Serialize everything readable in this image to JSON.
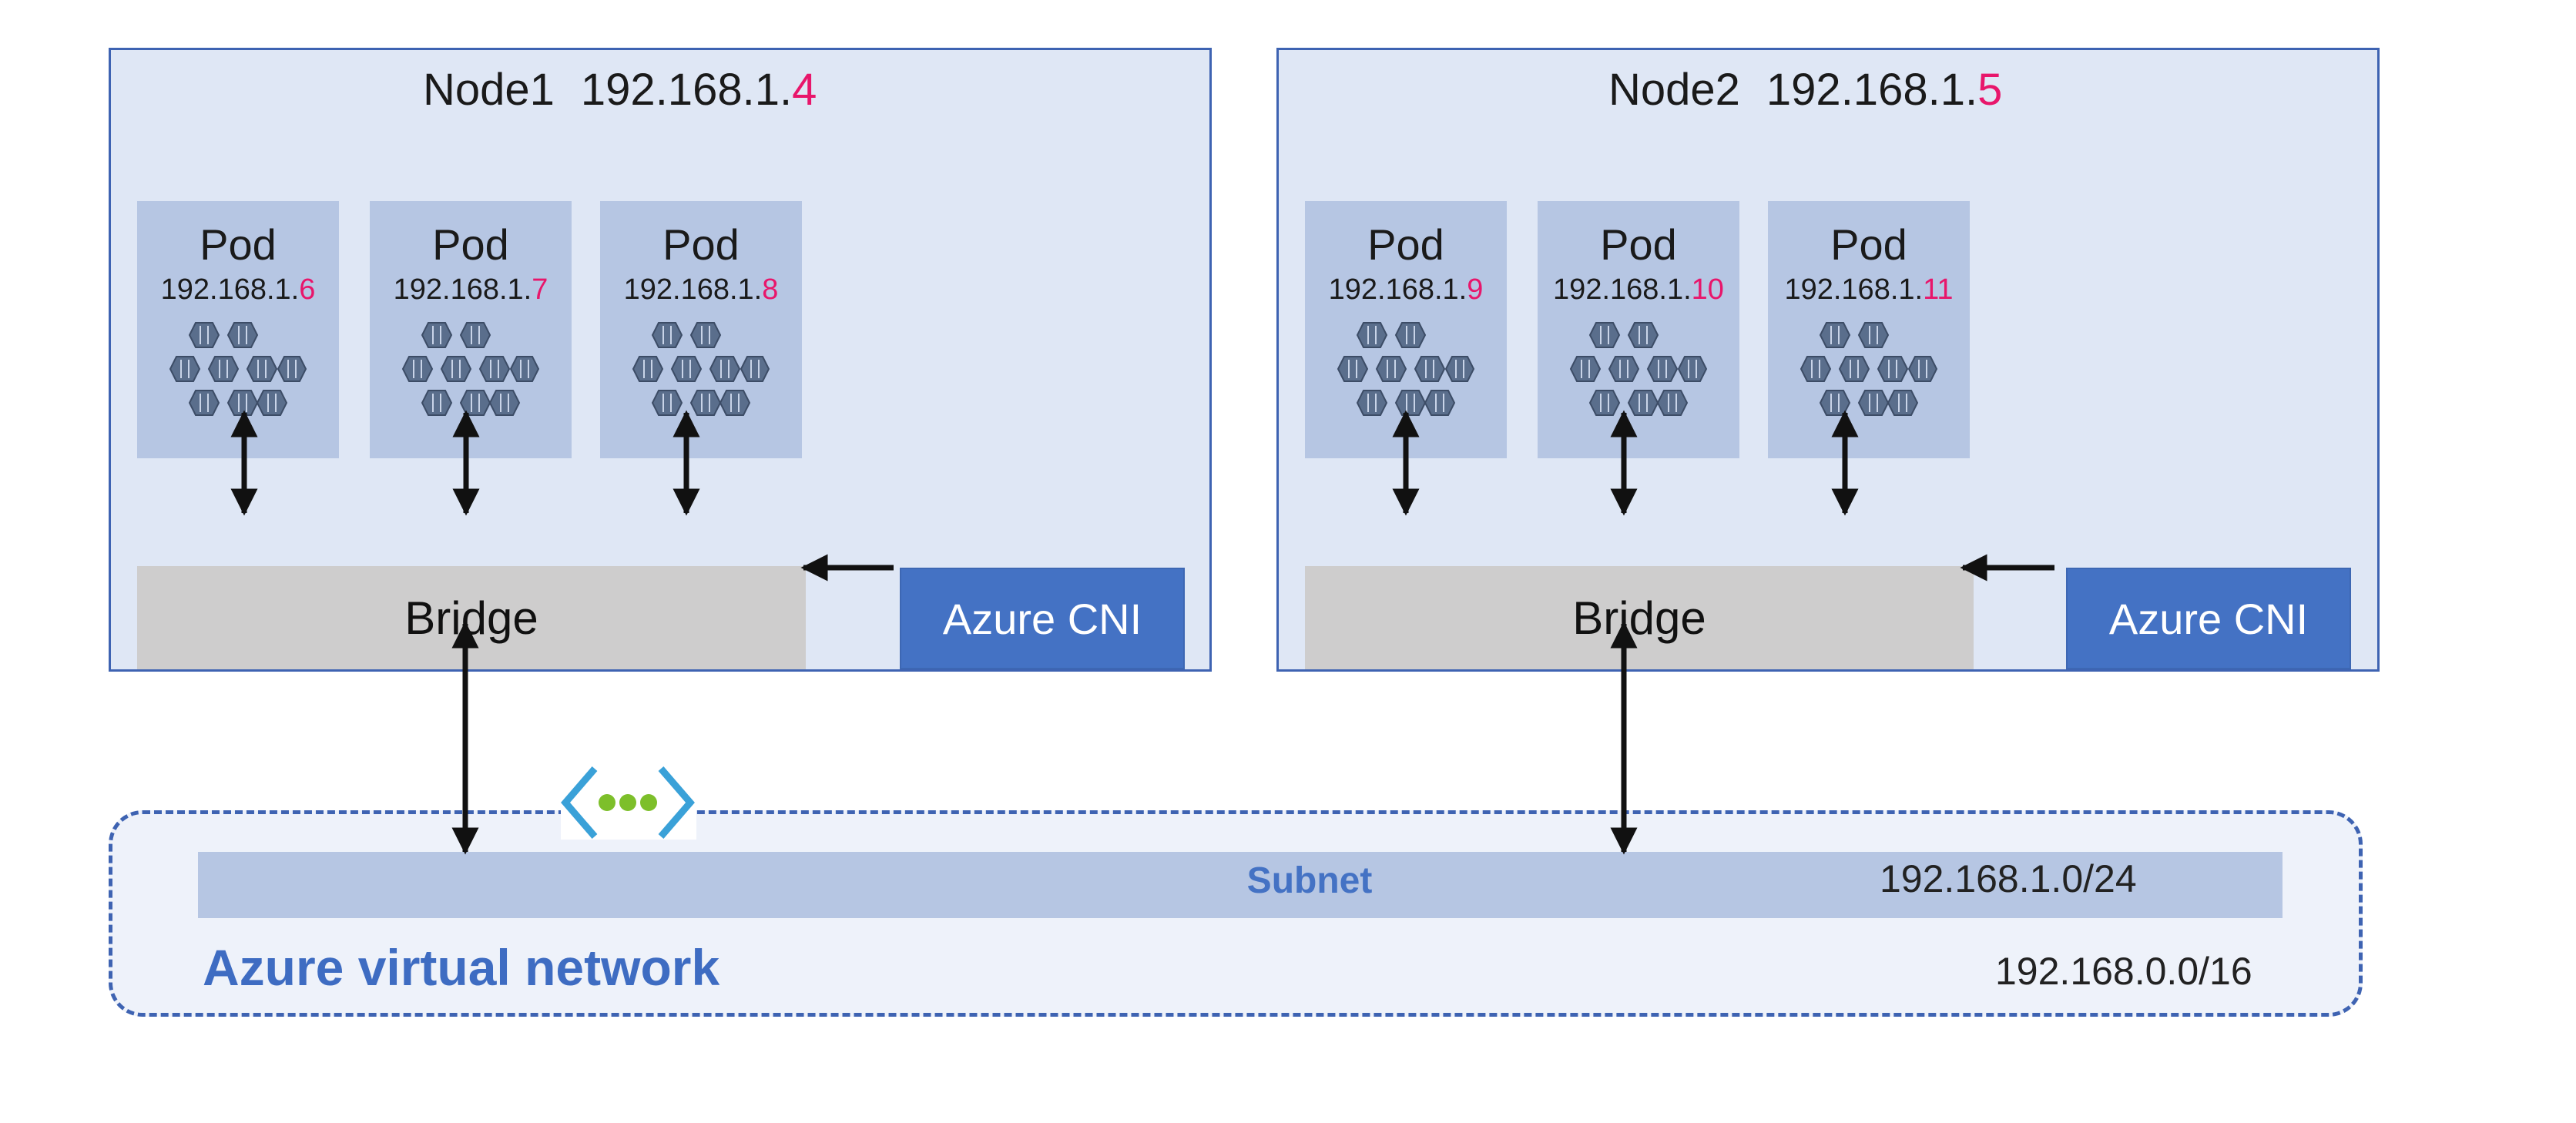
{
  "nodes": [
    {
      "name": "Node1",
      "ip_prefix": "192.168.1.",
      "ip_suffix": "4",
      "pods": [
        {
          "label": "Pod",
          "ip_prefix": "192.168.1.",
          "ip_suffix": "6"
        },
        {
          "label": "Pod",
          "ip_prefix": "192.168.1.",
          "ip_suffix": "7"
        },
        {
          "label": "Pod",
          "ip_prefix": "192.168.1.",
          "ip_suffix": "8"
        }
      ],
      "bridge_label": "Bridge",
      "cni_label": "Azure CNI"
    },
    {
      "name": "Node2",
      "ip_prefix": "192.168.1.",
      "ip_suffix": "5",
      "pods": [
        {
          "label": "Pod",
          "ip_prefix": "192.168.1.",
          "ip_suffix": "9"
        },
        {
          "label": "Pod",
          "ip_prefix": "192.168.1.",
          "ip_suffix": "10"
        },
        {
          "label": "Pod",
          "ip_prefix": "192.168.1.",
          "ip_suffix": "11"
        }
      ],
      "bridge_label": "Bridge",
      "cni_label": "Azure CNI"
    }
  ],
  "subnet": {
    "label": "Subnet",
    "cidr": "192.168.1.0/24",
    "icon": "virtual-network-icon"
  },
  "vnet": {
    "label": "Azure virtual network",
    "cidr": "192.168.0.0/16"
  },
  "colors": {
    "node_fill": "#dfe7f5",
    "node_border": "#3e63b2",
    "pod_fill": "#b6c6e3",
    "bridge_fill": "#cecdcd",
    "cni_fill": "#4472c4",
    "highlight": "#e8166b",
    "container_icon": "#5a6e8c"
  }
}
